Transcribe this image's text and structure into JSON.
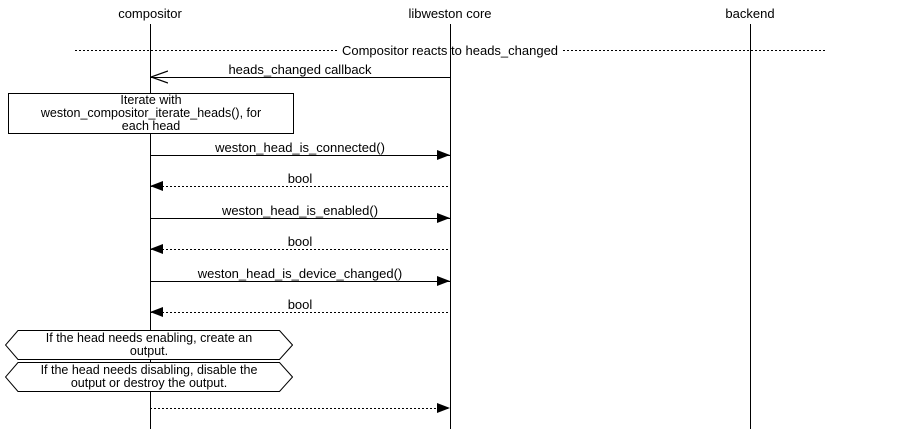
{
  "participants": [
    {
      "name": "compositor"
    },
    {
      "name": "libweston core"
    },
    {
      "name": "backend"
    }
  ],
  "divider": {
    "label": "Compositor reacts to heads_changed"
  },
  "messages": [
    {
      "label": "heads_changed callback",
      "from": "libweston core",
      "to": "compositor",
      "line": "solid",
      "arrow": "open"
    },
    {
      "label": "weston_head_is_connected()",
      "from": "compositor",
      "to": "libweston core",
      "line": "solid",
      "arrow": "filled"
    },
    {
      "label": "bool",
      "from": "libweston core",
      "to": "compositor",
      "line": "dotted",
      "arrow": "filled"
    },
    {
      "label": "weston_head_is_enabled()",
      "from": "compositor",
      "to": "libweston core",
      "line": "solid",
      "arrow": "filled"
    },
    {
      "label": "bool",
      "from": "libweston core",
      "to": "compositor",
      "line": "dotted",
      "arrow": "filled"
    },
    {
      "label": "weston_head_is_device_changed()",
      "from": "compositor",
      "to": "libweston core",
      "line": "solid",
      "arrow": "filled"
    },
    {
      "label": "bool",
      "from": "libweston core",
      "to": "compositor",
      "line": "dotted",
      "arrow": "filled"
    },
    {
      "label": "",
      "from": "compositor",
      "to": "libweston core",
      "line": "dotted",
      "arrow": "filled"
    }
  ],
  "notes": [
    {
      "shape": "rect",
      "text": "Iterate with\nweston_compositor_iterate_heads(), for\neach head"
    },
    {
      "shape": "hexagon",
      "text": "If the head needs enabling, create an\noutput."
    },
    {
      "shape": "hexagon",
      "text": "If the head needs disabling, disable the\noutput or destroy the output."
    }
  ],
  "colors": {
    "foreground": "#000000",
    "background": "#ffffff"
  }
}
